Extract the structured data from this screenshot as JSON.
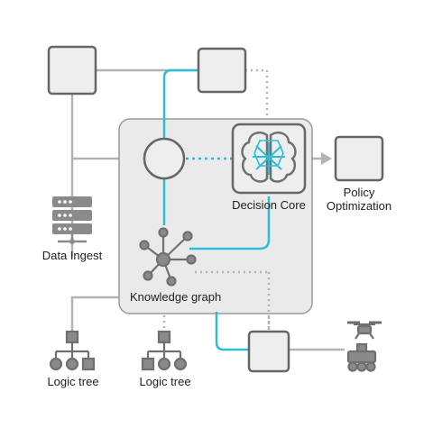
{
  "colors": {
    "line_gray": "#b3b3b3",
    "box_stroke": "#666666",
    "box_fill": "#eeeeee",
    "panel_fill": "#eaeaea",
    "accent": "#2bbfd6",
    "icon_gray": "#707070",
    "text": "#222222"
  },
  "labels": {
    "decision_core": "Decision Core",
    "policy_line1": "Policy",
    "policy_line2": "Optimization",
    "data_ingest": "Data Ingest",
    "knowledge_graph": "Knowledge graph",
    "logic_tree_1": "Logic tree",
    "logic_tree_2": "Logic tree"
  },
  "icons": [
    "brain-icon",
    "server-rack-icon",
    "network-graph-icon",
    "tree-icon",
    "drone-icon",
    "rover-icon"
  ]
}
